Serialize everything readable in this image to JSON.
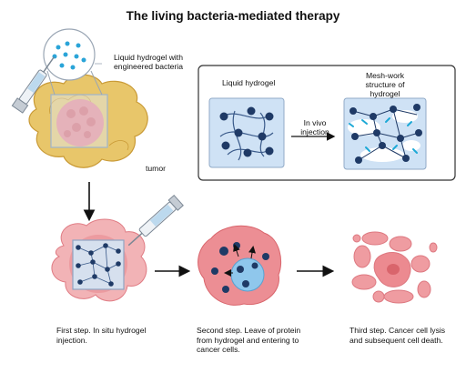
{
  "title": "The living bacteria-mediated therapy",
  "labels": {
    "liquid_hydrogel_bacteria": "Liquid hydrogel with engineered bacteria",
    "tumor": "tumor",
    "liquid_hydrogel": "Liquid hydrogel",
    "mesh_work": "Mesh-work structure of hydrogel",
    "in_vivo_injection": "In vivo injection"
  },
  "steps": [
    {
      "caption": "First step. In situ hydrogel injection."
    },
    {
      "caption": "Second step. Leave of protein from hydrogel and entering to cancer cells."
    },
    {
      "caption": "Third step. Cancer cell lysis and subsequent cell death."
    }
  ],
  "colors": {
    "tumor_yellow": "#e8c66a",
    "tumor_pink": "#e9858a",
    "hydrogel_blue": "#cfe2f5",
    "node_navy": "#1f3a66",
    "bacteria_cyan": "#1da9d6"
  }
}
